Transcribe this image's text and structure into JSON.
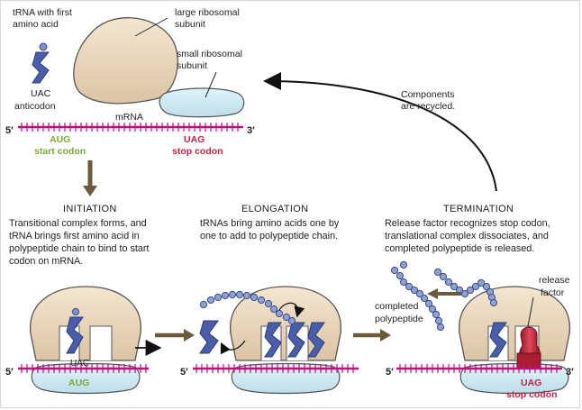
{
  "labels": {
    "trna_first": [
      "tRNA with first",
      "amino acid"
    ],
    "large_subunit": [
      "large ribosomal",
      "subunit"
    ],
    "small_subunit": [
      "small ribosomal",
      "subunit"
    ],
    "uac": "UAC",
    "anticodon": "anticodon",
    "five_prime": "5′",
    "three_prime": "3′",
    "mrna": "mRNA",
    "aug": "AUG",
    "start_codon": "start codon",
    "uag": "UAG",
    "stop_codon": "stop codon",
    "recycled": [
      "Components",
      "are recycled."
    ],
    "completed_polypeptide": [
      "completed",
      "polypeptide"
    ],
    "release_factor": [
      "release",
      "factor"
    ]
  },
  "stages": {
    "initiation": {
      "title": "INITIATION",
      "description": [
        "Transitional complex forms, and",
        "tRNA brings first amino acid in",
        "polypeptide chain to bind to start",
        "codon on mRNA."
      ]
    },
    "elongation": {
      "title": "ELONGATION",
      "description": [
        "tRNAs bring amino acids one by",
        "one to add to polypeptide chain."
      ]
    },
    "termination": {
      "title": "TERMINATION",
      "description": [
        "Release factor recognizes stop codon,",
        "translational complex dissociates, and",
        "completed polypeptide is released."
      ]
    }
  },
  "colors": {
    "mrna": "#b5177a",
    "large_subunit": "#ecd9bf",
    "small_subunit": "#cfeaf3",
    "trna": "#4a5da8",
    "amino_acid": "#7f93c8",
    "arrow_brown": "#6b5a3c",
    "release_factor": "#c0233a",
    "start_green": "#7aa83a",
    "stop_red": "#c0234a"
  }
}
